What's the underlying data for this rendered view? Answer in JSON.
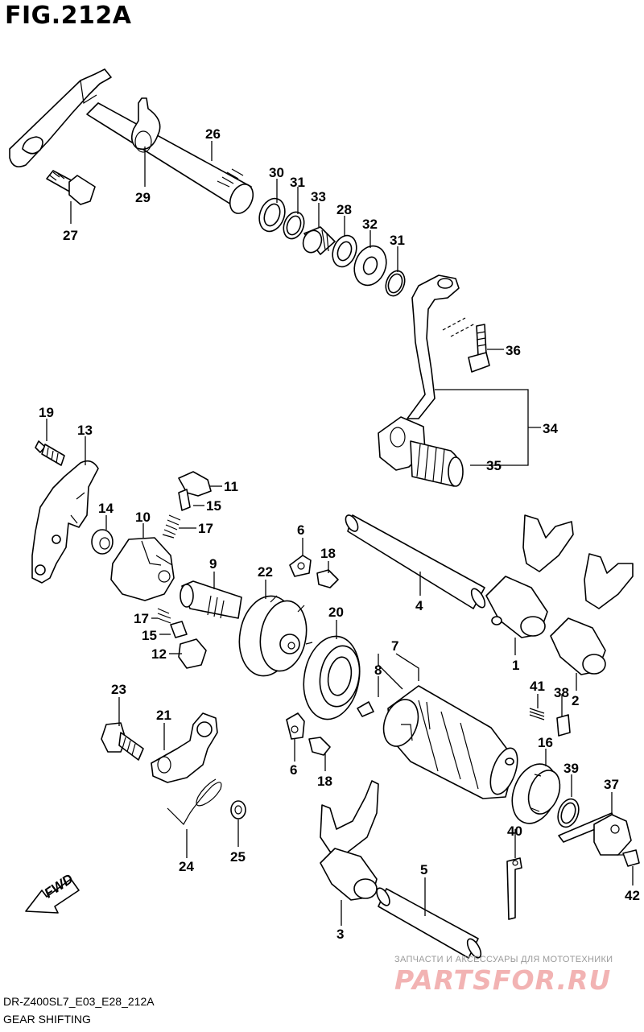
{
  "figure": {
    "title": "FIG.212A",
    "code": "DR-Z400SL7_E03_E28_212A",
    "name": "GEAR SHIFTING",
    "fwd_label": "FWD"
  },
  "watermark": {
    "line1": "ЗАПЧАСТИ И АКСЕССУАРЫ ДЛЯ МОТОТЕХНИКИ",
    "brand": "PARTSFOR.RU"
  },
  "callouts": [
    "26",
    "29",
    "27",
    "30",
    "31",
    "33",
    "28",
    "32",
    "31",
    "36",
    "34",
    "35",
    "19",
    "13",
    "14",
    "10",
    "11",
    "15",
    "17",
    "9",
    "6",
    "18",
    "22",
    "4",
    "1",
    "2",
    "20",
    "17",
    "15",
    "12",
    "7",
    "8",
    "41",
    "38",
    "16",
    "23",
    "21",
    "6",
    "18",
    "39",
    "37",
    "24",
    "25",
    "40",
    "42",
    "3",
    "5"
  ]
}
